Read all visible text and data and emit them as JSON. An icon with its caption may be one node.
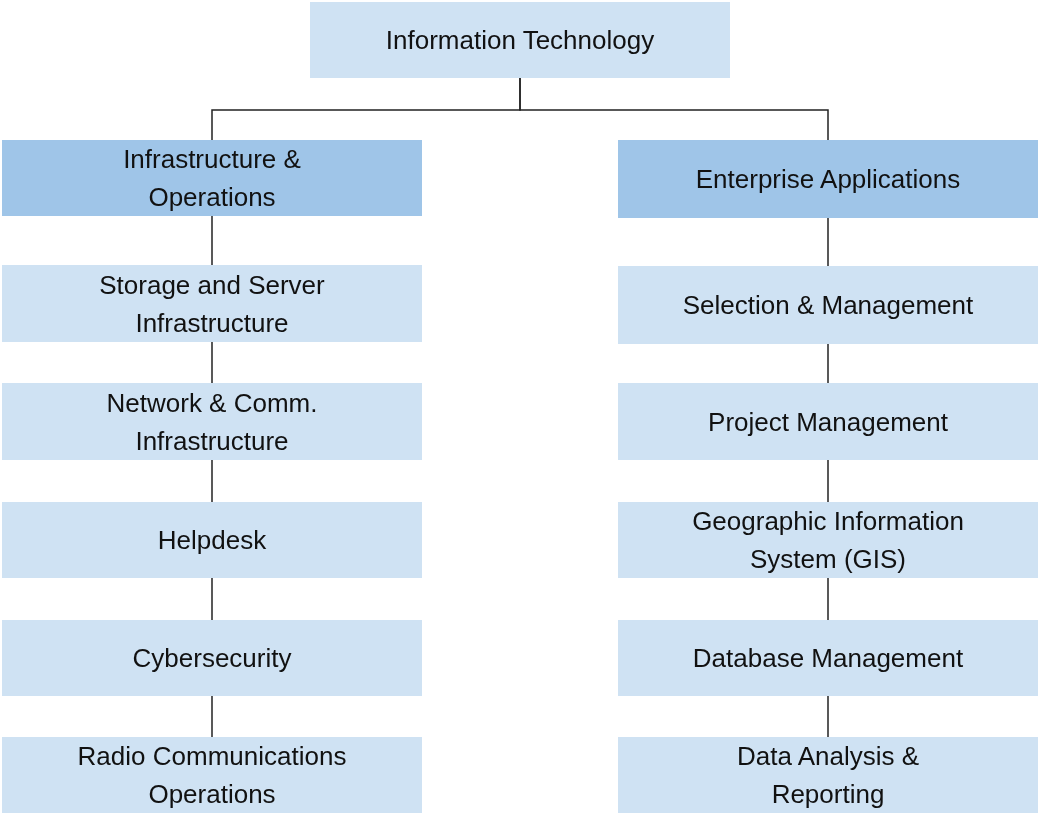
{
  "diagram": {
    "nodes": [
      {
        "text": [
          "Information Technology"
        ]
      },
      {
        "text": [
          "Infrastructure & Operations"
        ]
      },
      {
        "text": [
          "Enterprise Applications"
        ]
      },
      {
        "text": [
          "Storage and Server Infrastructure"
        ]
      },
      {
        "text": [
          "Network & Comm. Infrastructure"
        ]
      },
      {
        "text": [
          "Helpdesk"
        ]
      },
      {
        "text": [
          "Cybersecurity"
        ]
      },
      {
        "text": [
          "Radio Communications Operations"
        ]
      },
      {
        "text": [
          "Selection & Management"
        ]
      },
      {
        "text": [
          "Project Management"
        ]
      },
      {
        "text": [
          "Geographic Information System (GIS)"
        ]
      },
      {
        "text": [
          "Database Management"
        ]
      },
      {
        "text": [
          "Data Analysis & Reporting"
        ]
      }
    ],
    "edges": [
      {
        "from": 0,
        "to": 1,
        "arrow": "none"
      },
      {
        "from": 0,
        "to": 2,
        "arrow": "none"
      },
      {
        "from": 1,
        "to": 3,
        "arrow": "none"
      },
      {
        "from": 3,
        "to": 4,
        "arrow": "none"
      },
      {
        "from": 4,
        "to": 5,
        "arrow": "none"
      },
      {
        "from": 5,
        "to": 6,
        "arrow": "none"
      },
      {
        "from": 6,
        "to": 7,
        "arrow": "none"
      },
      {
        "from": 2,
        "to": 8,
        "arrow": "none"
      },
      {
        "from": 8,
        "to": 9,
        "arrow": "none"
      },
      {
        "from": 9,
        "to": 10,
        "arrow": "none"
      },
      {
        "from": 10,
        "to": 11,
        "arrow": "none"
      },
      {
        "from": 11,
        "to": 12,
        "arrow": "none"
      }
    ]
  }
}
